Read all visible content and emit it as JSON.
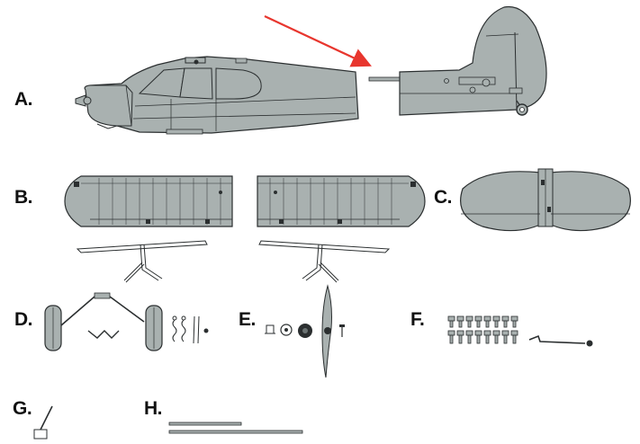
{
  "labels": {
    "a": "A.",
    "b": "B.",
    "c": "C.",
    "d": "D.",
    "e": "E.",
    "f": "F.",
    "g": "G.",
    "h": "H."
  },
  "colors": {
    "body_fill": "#a9b1b0",
    "outline": "#2b2f30",
    "arrow": "#e8362e",
    "background": "#ffffff"
  }
}
